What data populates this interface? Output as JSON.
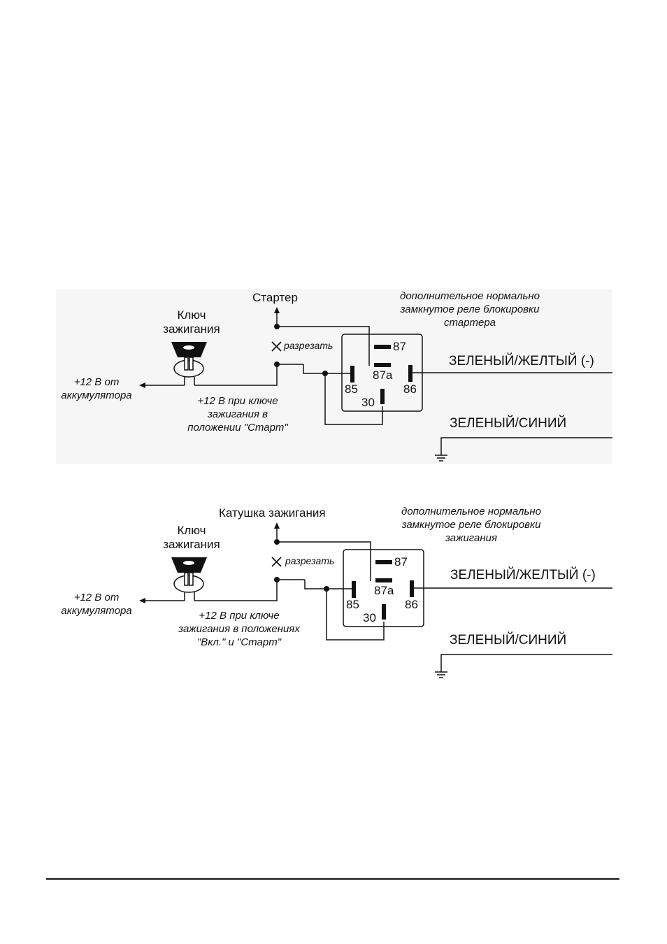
{
  "diagram1": {
    "target_label": "Стартер",
    "relay_caption": [
      "дополнительное нормально",
      "замкнутое реле блокировки",
      "стартера"
    ],
    "key_label": [
      "Ключ",
      "зажигания"
    ],
    "cut_label": "разрезать",
    "battery_label": [
      "+12 В от",
      "аккумулятора"
    ],
    "ignition_label": [
      "+12 В при ключе",
      "зажигания в",
      "положении \"Старт\""
    ],
    "pins": {
      "p87": "87",
      "p87a": "87a",
      "p85": "85",
      "p86": "86",
      "p30": "30"
    },
    "wire_green_yellow": "ЗЕЛЕНЫЙ/ЖЕЛТЫЙ (-)",
    "wire_green_blue": "ЗЕЛЕНЫЙ/СИНИЙ"
  },
  "diagram2": {
    "target_label": "Катушка зажигания",
    "relay_caption": [
      "дополнительное нормально",
      "замкнутое реле блокировки",
      "зажигания"
    ],
    "key_label": [
      "Ключ",
      "зажигания"
    ],
    "cut_label": "разрезать",
    "battery_label": [
      "+12 В от",
      "аккумулятора"
    ],
    "ignition_label": [
      "+12 В при ключе",
      "зажигания в положениях",
      "\"Вкл.\" и \"Старт\""
    ],
    "pins": {
      "p87": "87",
      "p87a": "87a",
      "p85": "85",
      "p86": "86",
      "p30": "30"
    },
    "wire_green_yellow": "ЗЕЛЕНЫЙ/ЖЕЛТЫЙ (-)",
    "wire_green_blue": "ЗЕЛЕНЫЙ/СИНИЙ"
  }
}
